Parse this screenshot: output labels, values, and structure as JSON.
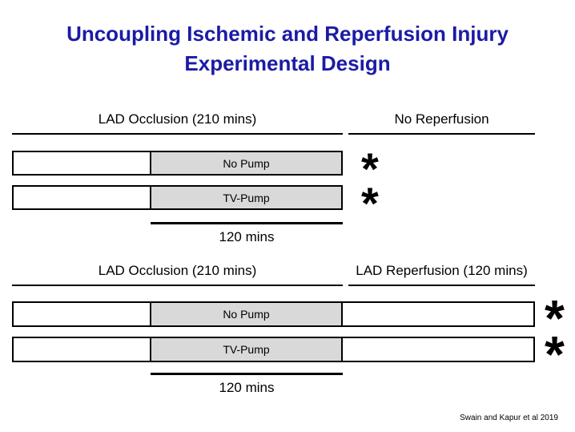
{
  "title": {
    "line1": "Uncoupling Ischemic and Reperfusion Injury",
    "line2": "Experimental Design"
  },
  "colors": {
    "title_blue": "#1b1ba6",
    "bar_fill_gray": "#d9d9d9",
    "line_black": "#000000",
    "background": "#ffffff"
  },
  "section1": {
    "occlusion_label": "LAD Occlusion (210 mins)",
    "reperfusion_label": "No Reperfusion",
    "rows": [
      {
        "label": "No Pump",
        "marker": "*"
      },
      {
        "label": "TV-Pump",
        "marker": "*"
      }
    ],
    "duration_label": "120 mins"
  },
  "section2": {
    "occlusion_label": "LAD Occlusion (210 mins)",
    "reperfusion_label": "LAD Reperfusion (120 mins)",
    "rows": [
      {
        "label": "No Pump",
        "marker": "*"
      },
      {
        "label": "TV-Pump",
        "marker": "*"
      }
    ],
    "duration_label": "120 mins"
  },
  "citation": "Swain and Kapur et al 2019"
}
